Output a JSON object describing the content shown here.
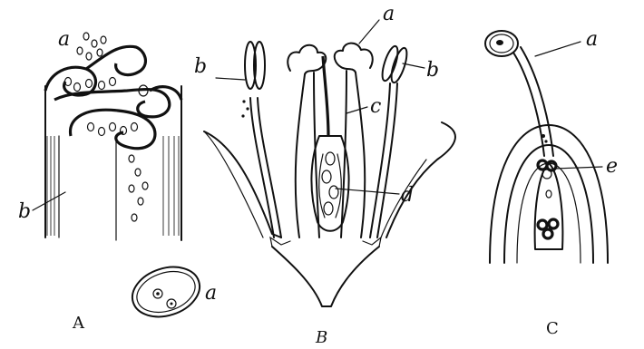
{
  "figure": {
    "panels": [
      {
        "id": "A",
        "caption": "A",
        "labels": {
          "a_top": "a",
          "b_left": "b",
          "a_small": "a"
        }
      },
      {
        "id": "B",
        "caption": "B",
        "labels": {
          "a": "a",
          "b_left": "b",
          "b_right": "b",
          "c": "c",
          "d": "d"
        }
      },
      {
        "id": "C",
        "caption": "C",
        "labels": {
          "a": "a",
          "e": "e"
        }
      }
    ]
  }
}
